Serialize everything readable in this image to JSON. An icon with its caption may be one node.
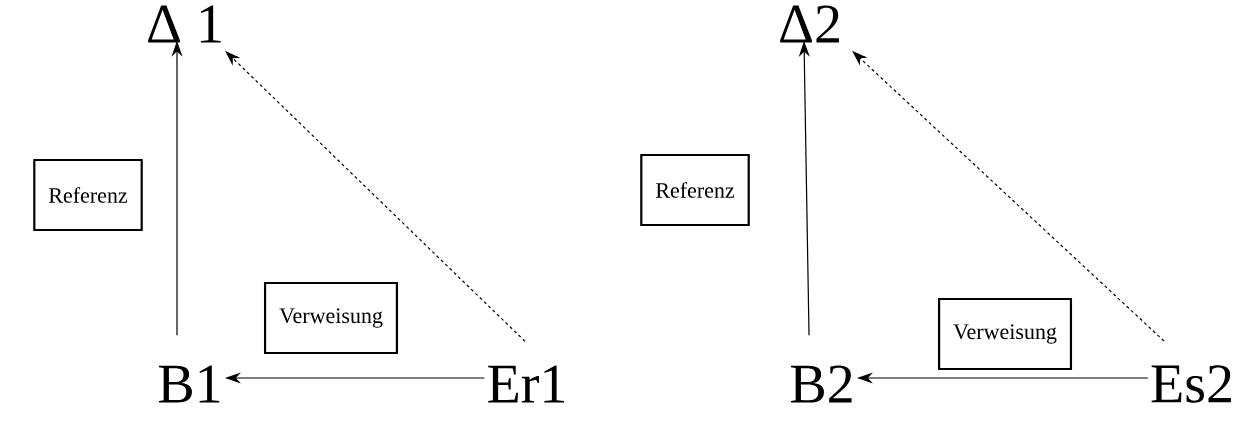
{
  "diagram": {
    "nodes": [
      {
        "text": [
          "Δ 1"
        ]
      },
      {
        "text": [
          "B1"
        ]
      },
      {
        "text": [
          "Er1"
        ]
      },
      {
        "text": [
          "Referenz"
        ]
      },
      {
        "text": [
          "Verweisung"
        ]
      },
      {
        "text": [
          "Δ2"
        ]
      },
      {
        "text": [
          "B2"
        ]
      },
      {
        "text": [
          "Es2"
        ]
      },
      {
        "text": [
          "Referenz"
        ]
      },
      {
        "text": [
          "Verweisung"
        ]
      }
    ],
    "edges": [
      {
        "from": 1,
        "to": 0,
        "arrow": "to"
      },
      {
        "from": 2,
        "to": 0,
        "arrow": "to",
        "style": "dashed"
      },
      {
        "from": 2,
        "to": 1,
        "arrow": "to"
      },
      {
        "from": 6,
        "to": 5,
        "arrow": "to"
      },
      {
        "from": 7,
        "to": 5,
        "arrow": "to",
        "style": "dashed"
      },
      {
        "from": 7,
        "to": 6,
        "arrow": "to"
      }
    ]
  }
}
